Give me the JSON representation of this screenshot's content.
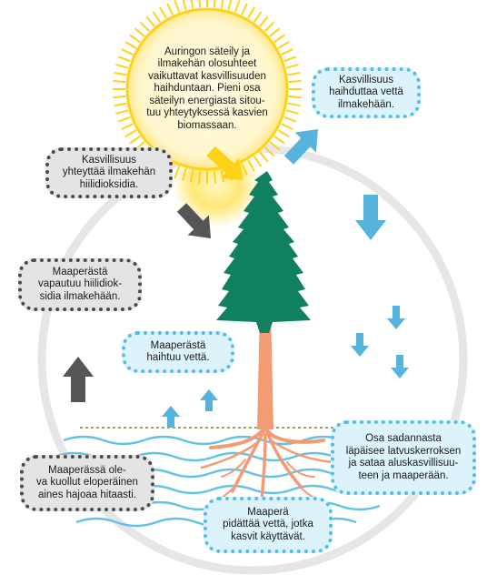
{
  "diagram": {
    "colors": {
      "sun": "#ffd21a",
      "sun_glow": "#ffe567",
      "tree": "#10805e",
      "trunk": "#f39b73",
      "water": "#63c3e6",
      "blue_arrow": "#55b3dd",
      "grey_arrow": "#555555",
      "cycle_ring": "#e6e6e6"
    },
    "sun_text": "Auringon säteily ja\nilmakehän olosuhteet\nvaikuttavat kasvillisuuden\nhaihduntaan. Pieni osa\nsäteilyn energiasta sitou-\ntuu yhteytyksessä kasvien\nbiomassaan.",
    "labels": {
      "transpiration": "Kasvillisuus\nhaihduttaa vettä\nilmakehään.",
      "photosynthesis": "Kasvillisuus\nyhteyttää ilmakehän\nhiilidioksidia.",
      "soil_co2": "Maaperästä\nvapautuu hiilidiok-\nsidia ilmakehään.",
      "soil_evaporation": "Maaperästä\nhaihtuu vettä.",
      "throughfall": "Osa sadannasta\nläpäisee latvuskerroksen\nja sataa aluskasvillisuu-\nteen ja maaperään.",
      "decomposition": "Maaperässä ole-\nva kuollut eloperäinen\naines hajoaa hitaasti.",
      "soil_water": "Maaperä\npidättää vettä, jotka\nkasvit käyttävät."
    }
  }
}
